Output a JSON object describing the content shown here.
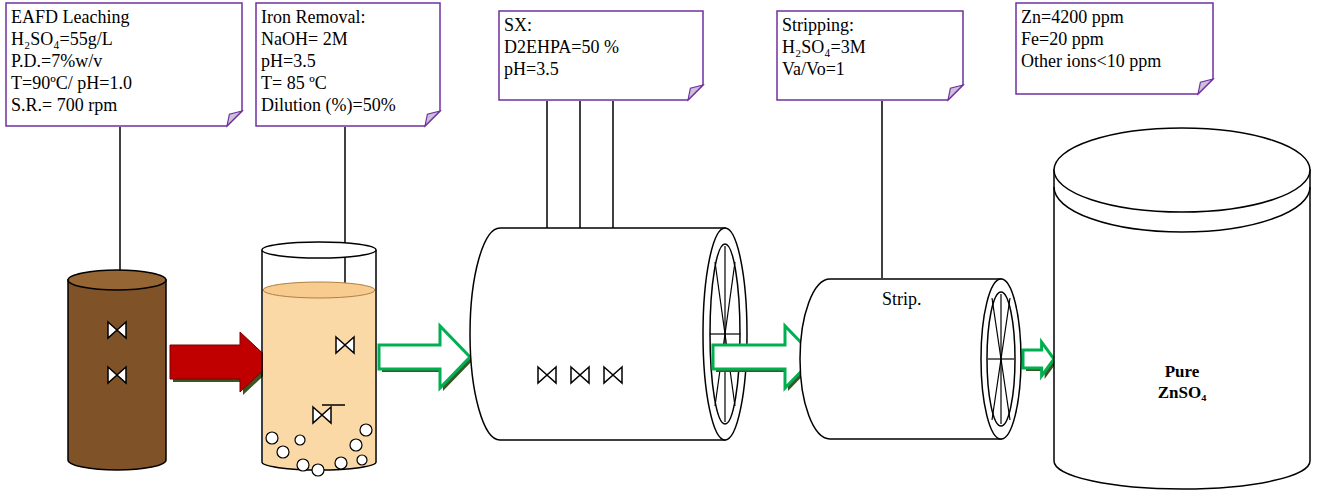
{
  "diagram": {
    "nodes": [
      {
        "text": [
          "EAFD Leaching",
          "H₂SO₄=55g/L",
          "P.D.=7%w/v",
          "T=90ºC/ pH=1.0",
          "S.R.= 700 rpm"
        ]
      },
      {
        "text": [
          "Iron Removal:",
          "NaOH= 2M",
          "pH=3.5",
          "T= 85 ºC",
          "Dilution (%)=50%"
        ]
      },
      {
        "text": [
          "SX:",
          "D2EHPA=50 %",
          "pH=3.5"
        ]
      },
      {
        "text": [
          "Stripping:",
          "H₂SO₄=3M",
          "Va/Vo=1"
        ]
      },
      {
        "text": [
          "Zn=4200 ppm",
          "Fe=20 ppm",
          "Other ions<10 ppm"
        ]
      },
      {
        "text": [
          "Strip."
        ]
      },
      {
        "text": [
          "Pure ZnSO₄"
        ]
      }
    ],
    "edges": [
      {
        "from": 3,
        "to": 5,
        "arrow": "none"
      },
      {
        "from": 5,
        "to": 6,
        "arrow": "to"
      }
    ]
  }
}
